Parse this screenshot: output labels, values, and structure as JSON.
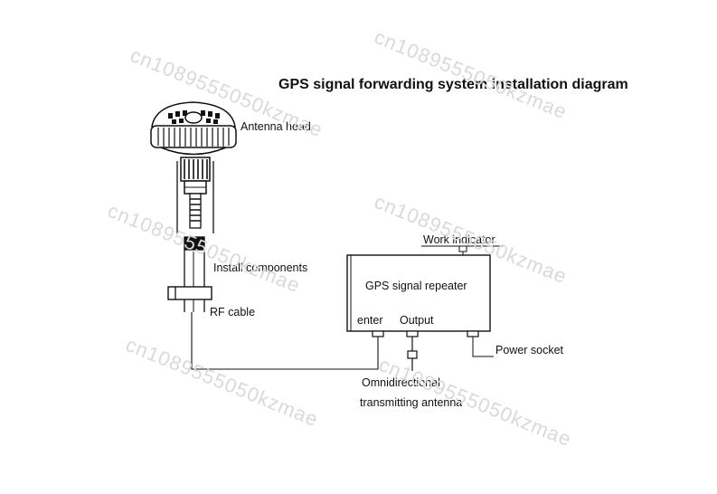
{
  "title": "GPS signal forwarding system installation diagram",
  "labels": {
    "antenna_head": "Antenna head",
    "install_components": "Install components",
    "rf_cable": "RF cable",
    "work_indicator": "Work indicator",
    "repeater": "GPS signal repeater",
    "enter": "enter",
    "output": "Output",
    "power_socket": "Power socket",
    "omni_line1": "Omnidirectional",
    "omni_line2": "transmitting antenna"
  },
  "watermark": "cn1089555050kzmae"
}
